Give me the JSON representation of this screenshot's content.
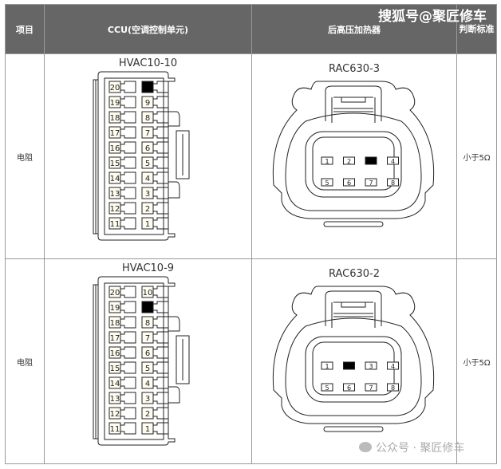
{
  "header": {
    "item": "项目",
    "ccu": "CCU(空调控制单元)",
    "heater": "后高压加热器",
    "criterion": "判断标准"
  },
  "rows": [
    {
      "item": "电阻",
      "ccu_connector": "HVAC10-10",
      "ccu_highlight": 10,
      "heater_connector": "RAC630-3",
      "heater_highlight": 3,
      "criterion": "小于5Ω"
    },
    {
      "item": "电阻",
      "ccu_connector": "HVAC10-9",
      "ccu_highlight": 9,
      "heater_connector": "RAC630-2",
      "heater_highlight": 2,
      "criterion": "小于5Ω"
    }
  ],
  "ccu_pins_left": [
    "20",
    "19",
    "18",
    "17",
    "16",
    "15",
    "14",
    "13",
    "12",
    "11"
  ],
  "ccu_pins_right": [
    "10",
    "9",
    "8",
    "7",
    "6",
    "5",
    "4",
    "3",
    "2",
    "1"
  ],
  "heater_pins": [
    "1",
    "2",
    "3",
    "4",
    "5",
    "6",
    "7",
    "8"
  ],
  "watermark": "搜狐号@聚匠修车",
  "footer_watermark": "公众号 · 聚匠修车"
}
